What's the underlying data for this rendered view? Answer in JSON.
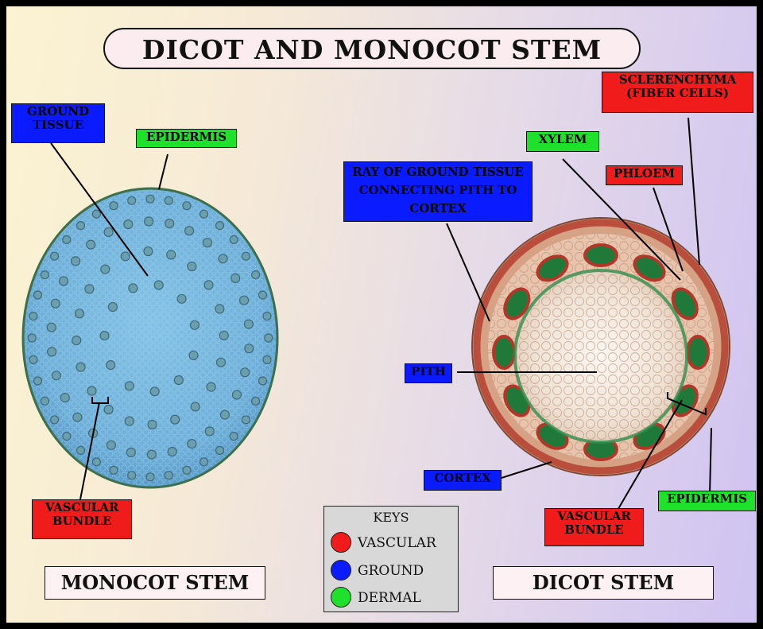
{
  "title": "DICOT AND MONOCOT STEM",
  "monocot": {
    "name": "MONOCOT STEM",
    "labels": {
      "ground_tissue": "GROUND TISSUE",
      "epidermis": "EPIDERMIS",
      "vascular_bundle": "VASCULAR BUNDLE"
    }
  },
  "dicot": {
    "name": "DICOT STEM",
    "labels": {
      "sclerenchyma": "SCLERENCHYMA (FIBER CELLS)",
      "xylem": "XYLEM",
      "ray": "RAY OF GROUND TISSUE CONNECTING PITH TO CORTEX",
      "phloem": "PHLOEM",
      "pith": "PITH",
      "cortex": "CORTEX",
      "epidermis": "EPIDERMIS",
      "vascular_bundle": "VASCULAR BUNDLE"
    }
  },
  "keys": {
    "title": "KEYS",
    "items": [
      {
        "label": "VASCULAR",
        "color": "#f01c1c"
      },
      {
        "label": "GROUND",
        "color": "#0a1cff"
      },
      {
        "label": "DERMAL",
        "color": "#1fe12c"
      }
    ]
  },
  "colors": {
    "ground": "#0a1cff",
    "dermal": "#1fe12c",
    "vascular": "#f01c1c",
    "monocot_tissue": "#7cb9df",
    "dicot_pith": "#f3ece4"
  }
}
